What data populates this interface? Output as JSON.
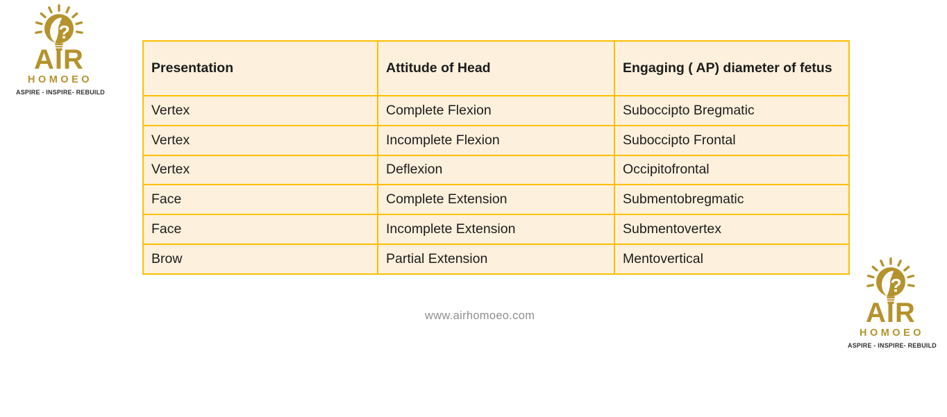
{
  "logo": {
    "name": "AIR",
    "sub": "HOMOEO",
    "tagline": "ASPIRE - INSPIRE- REBUILD",
    "icon": "lightbulb-question-mark-icon"
  },
  "table": {
    "columns": [
      "Presentation",
      "Attitude of Head",
      "Engaging ( AP) diameter of fetus"
    ],
    "rows": [
      [
        "Vertex",
        "Complete Flexion",
        "Suboccipto Bregmatic"
      ],
      [
        "Vertex",
        "Incomplete Flexion",
        "Suboccipto Frontal"
      ],
      [
        "Vertex",
        "Deflexion",
        "Occipitofrontal"
      ],
      [
        "Face",
        "Complete Extension",
        "Submentobregmatic"
      ],
      [
        "Face",
        "Incomplete Extension",
        "Submentovertex"
      ],
      [
        "Brow",
        "Partial Extension",
        "Mentovertical"
      ]
    ]
  },
  "footer": {
    "website": "www.airhomoeo.com"
  },
  "colors": {
    "table_border": "#fdbf00",
    "table_cell_bg": "#fdf0dc",
    "table_text": "#1c1c1c",
    "logo_gold": "#b5922b",
    "tagline_text": "#2f2f2f",
    "footer_text": "#8f8f8f"
  }
}
